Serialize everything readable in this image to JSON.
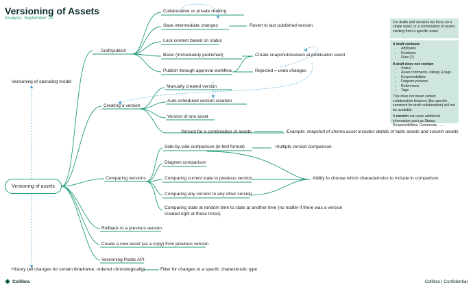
{
  "title": "Versioning of Assets",
  "subtitle": "Analysis, September '22",
  "root": "Versioning of assets",
  "operating_model": "Versioning of operating model",
  "branches": {
    "draft_publish": "Draft/publish",
    "creating_version": "Creating a version",
    "comparing_versions": "Comparing versions",
    "rollback": "Rollback to a previous version",
    "new_asset_copy": "Create a new asset (as a copy) from previous version",
    "public_api": "Versioning Public API",
    "history": "History (all changes for certain timeframe, ordered chronologically)"
  },
  "draft_items": {
    "collaborative": "Collaborative vs private drafting",
    "save_intermediate": "Save intermediate changes",
    "revert": "Revert to last published version",
    "lock_content": "Lock content based on status",
    "basic": "Basic (immediately published)",
    "create_snapshot": "Create snapshot/revision at publication event",
    "publish_approval": "Publish through approval workflow",
    "rejected": "Rejected = undo changes"
  },
  "creating_items": {
    "manual": "Manually created version",
    "auto": "Auto-scheduled version creation",
    "one_asset": "Version of one asset",
    "combination": "Version for a combination of assets",
    "example": "Example: snapshot of shema asset includes details of table assets and column assets"
  },
  "comparing_items": {
    "side_by_side": "Side-by-side comparison (in text format)",
    "multiple": "multiple version comparison",
    "diagram": "Diagram comparison",
    "current_prev": "Comparing current state to previous version",
    "any_any": "Comparing any version to any other version",
    "random_line1": "Comparing state at random time to state at another time (no matter if there was a version",
    "random_line2": "created right at these times)",
    "ability": "Ability to choose which characteristics to include in comparison"
  },
  "filter": "Filter for changes to a specifc characteristic type",
  "notes": {
    "intro": "For drafts and versions we focus on a single asset, or a combination of assets starting from a specific asset.",
    "contains_title": "A draft contains",
    "contains": [
      "Attributes",
      "Relations",
      "Files (?)"
    ],
    "not_contain_title": "A draft does not contain",
    "not_contain": [
      "Status",
      "Asset comments, ratings & tags",
      "Responsibilities",
      "Diagram pictures",
      "References",
      "Tags"
    ],
    "collab_note": "This does not mean certain collaboration features (like specific comment for draft collaboration) will not be available.",
    "version_bold": "version",
    "version_pre": "A ",
    "version_post": " can save additional information such as Status, Responsibilities, Comments, … ."
  },
  "footer": {
    "brand": "Collibra",
    "right": "Collibra | Confidential"
  },
  "colors": {
    "accent": "#1e9a7a",
    "dashed": "#5aa9d6",
    "note_bg": "#cfe6df",
    "title": "#0b2d2a"
  }
}
